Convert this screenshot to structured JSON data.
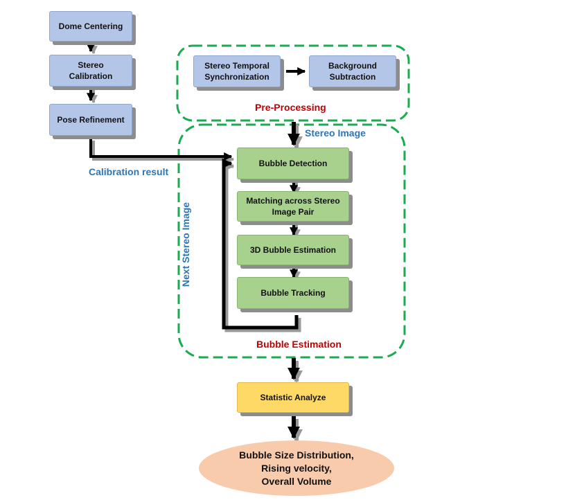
{
  "calibration_steps": [
    "Dome Centering",
    "Stereo\nCalibration",
    "Pose Refinement"
  ],
  "preprocessing": {
    "steps": [
      "Stereo Temporal\nSynchronization",
      "Background\nSubtraction"
    ],
    "title": "Pre-Processing"
  },
  "bubble_estimation": {
    "steps": [
      "Bubble Detection",
      "Matching across Stereo\nImage Pair",
      "3D Bubble Estimation",
      "Bubble Tracking"
    ],
    "title": "Bubble Estimation"
  },
  "labels": {
    "stereo_image": "Stereo Image",
    "calibration_result": "Calibration result",
    "next_stereo_image": "Next Stereo Image"
  },
  "analysis_step": "Statistic Analyze",
  "output": "Bubble Size Distribution,\nRising velocity,\nOverall Volume",
  "colors": {
    "calibration_box": "#b4c6e7",
    "estimation_box": "#a9d18e",
    "analysis_box": "#ffd966",
    "output_ellipse": "#f8cbad",
    "group_border": "#1aaa4f",
    "group_title": "#c00000",
    "annotation": "#2e75b6"
  }
}
